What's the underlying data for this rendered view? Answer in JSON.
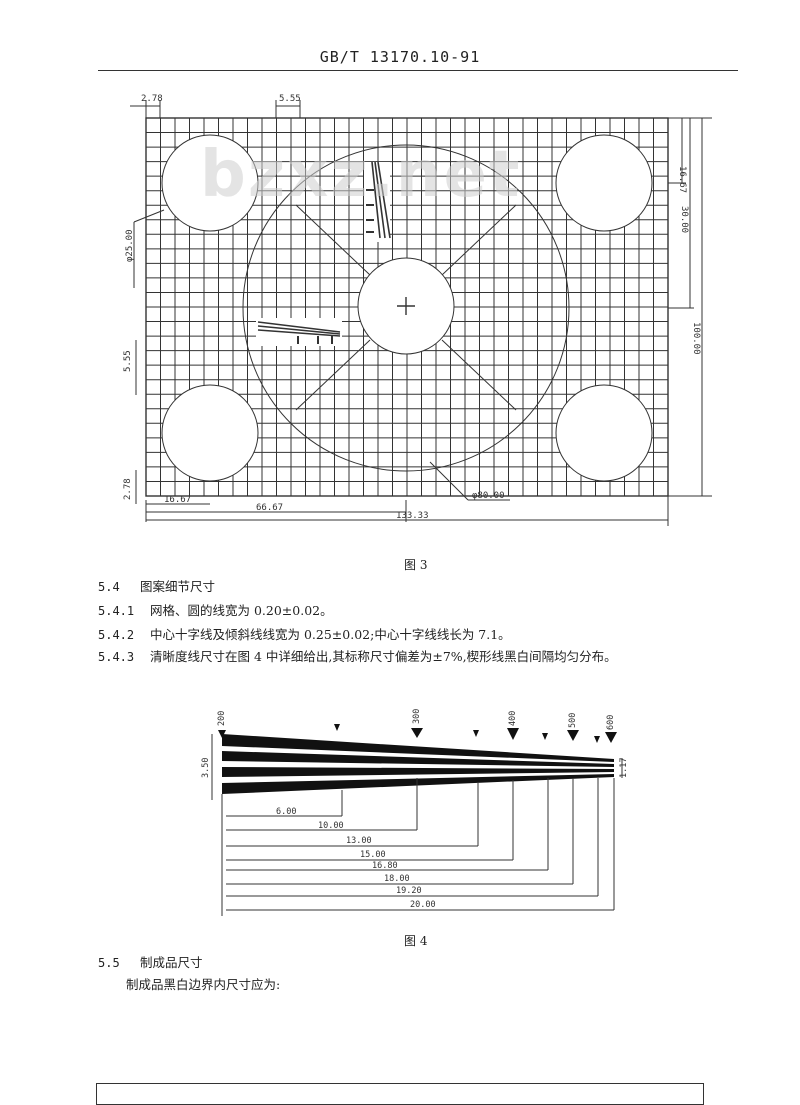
{
  "header": {
    "text": "GB/T 13170.10-91"
  },
  "watermark": "bzxz.net",
  "fig3": {
    "caption": "图 3",
    "dims": {
      "top_a": "2.78",
      "top_b": "5.55",
      "left_circle": "φ25.00",
      "left_mid": "5.55",
      "left_bottom": "2.78",
      "right_top": "16.67",
      "right_mid": "30.00",
      "right_full": "100.00",
      "bottom_a": "16.67",
      "bottom_b": "66.67",
      "bottom_c": "133.33",
      "big_circle": "φ80.00"
    }
  },
  "sec54": {
    "num": "5.4",
    "title": "图案细节尺寸",
    "items": [
      {
        "num": "5.4.1",
        "text": "网格、圆的线宽为 0.20±0.02。"
      },
      {
        "num": "5.4.2",
        "text": "中心十字线及倾斜线线宽为 0.25±0.02;中心十字线线长为 7.1。"
      },
      {
        "num": "5.4.3",
        "text": "清晰度线尺寸在图 4 中详细给出,其标称尺寸偏差为±7%,楔形线黑白间隔均匀分布。"
      }
    ]
  },
  "fig4": {
    "caption": "图 4",
    "top_labels": [
      "200",
      "300",
      "400",
      "500",
      "600"
    ],
    "left_dim": "3.50",
    "right_dim": "1.17",
    "dims": [
      "6.00",
      "10.00",
      "13.00",
      "15.00",
      "16.80",
      "18.00",
      "19.20",
      "20.00"
    ]
  },
  "sec55": {
    "num": "5.5",
    "title": "制成品尺寸",
    "text": "制成品黑白边界内尺寸应为:"
  }
}
